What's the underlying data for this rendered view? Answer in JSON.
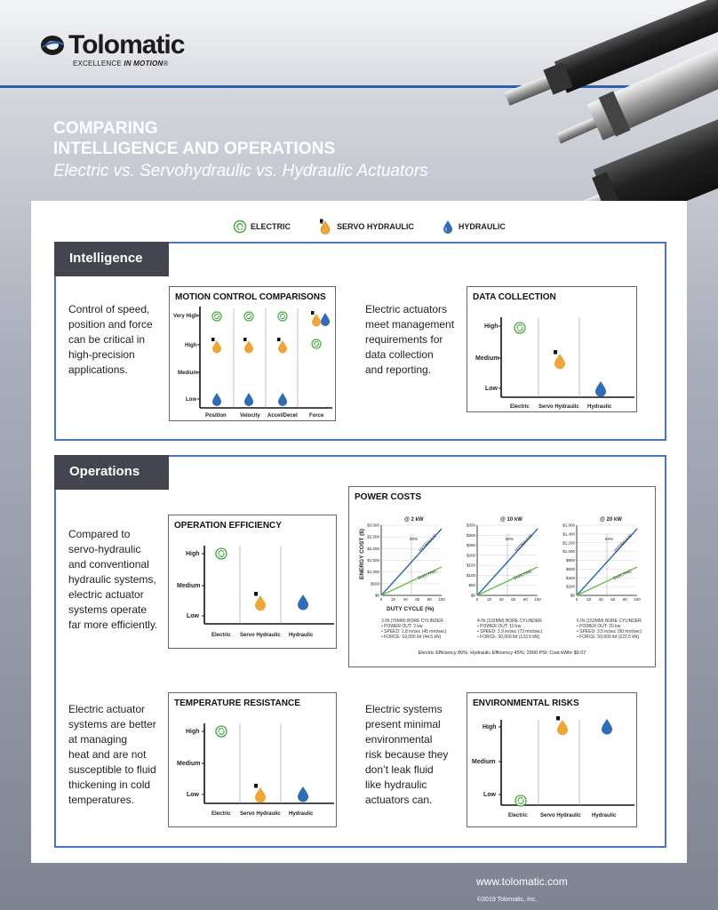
{
  "brand": {
    "name": "Tolomatic",
    "tagline_plain": "EXCELLENCE",
    "tagline_emph": "IN MOTION",
    "tagline_mark": "®",
    "color_blue": "#2f5fa8",
    "color_orange": "#f0a637",
    "color_green": "#46a83e",
    "color_dark": "#43464e"
  },
  "hero": {
    "line1": "COMPARING",
    "line2": "INTELLIGENCE AND OPERATIONS",
    "line3": "Electric vs. Servohydraulic vs. Hydraulic Actuators"
  },
  "legend": {
    "electric": "ELECTRIC",
    "servo": "SERVO HYDRAULIC",
    "hydraulic": "HYDRAULIC"
  },
  "intelligence": {
    "tab": "Intelligence",
    "text1": [
      "Control of speed,",
      "position and force",
      "can be critical in",
      "high-precision",
      "applications."
    ],
    "text2": [
      "Electric actuators",
      "meet management",
      "requirements for",
      "data collection",
      "and reporting."
    ],
    "motion": {
      "title": "MOTION CONTROL COMPARISONS",
      "levels": [
        "Very High",
        "High",
        "Medium",
        "Low"
      ],
      "columns": [
        "Position",
        "Velocity",
        "Accel/Decel",
        "Force"
      ]
    },
    "data_collection": {
      "title": "DATA COLLECTION",
      "levels": [
        "High",
        "Medium",
        "Low"
      ],
      "columns": [
        "Electric",
        "Servo Hydraulic",
        "Hydraulic"
      ]
    }
  },
  "operations": {
    "tab": "Operations",
    "text_eff": [
      "Compared to",
      "servo-hydraulic",
      "and conventional",
      "hydraulic systems,",
      "electric actuator",
      "systems operate",
      "far more efficiently."
    ],
    "text_temp": [
      "Electric actuator",
      "systems are better",
      "at managing",
      "heat and are not",
      "susceptible to fluid",
      "thickening in cold",
      "temperatures."
    ],
    "text_env": [
      "Electric systems",
      "present minimal",
      "environmental",
      "risk because they",
      "don’t leak fluid",
      "like hydraulic",
      "actuators can."
    ],
    "efficiency": {
      "title": "OPERATION EFFICIENCY",
      "levels": [
        "High",
        "Medium",
        "Low"
      ],
      "columns": [
        "Electric",
        "Servo Hydraulic",
        "Hydraulic"
      ]
    },
    "temperature": {
      "title": "TEMPERATURE RESISTANCE",
      "levels": [
        "High",
        "Medium",
        "Low"
      ],
      "columns": [
        "Electric",
        "Servo Hydraulic",
        "Hydraulic"
      ]
    },
    "environment": {
      "title": "ENVIRONMENTAL RISKS",
      "levels": [
        "High",
        "Medium",
        "Low"
      ],
      "columns": [
        "Electric",
        "Servo Hydraulic",
        "Hydraulic"
      ]
    },
    "power": {
      "title": "POWER COSTS",
      "ylabel": "ENERGY COST ($)",
      "xlabel": "DUTY CYCLE (%)",
      "xticks": [
        "0",
        "20",
        "40",
        "60",
        "80",
        "100"
      ],
      "marker": "50%",
      "hyd_label": "HYDRAULIC",
      "elec_label": "ELECTRIC",
      "footnote": "Electric Efficiency 80%; Hydraulic Efficiency 45%; 2000 PSI; Cost kWhr $0.07",
      "charts": [
        {
          "title": "@ 2 kW",
          "yticks": [
            "$3,000",
            "$2,500",
            "$2,000",
            "$1,500",
            "$1,000",
            "$500",
            "$0"
          ],
          "spec": [
            "3 IN (76MM) BORE CYLINDER",
            "• POWER OUT: 2 kw",
            "• SPEED: 1.8 in/sec (45 mm/sec)",
            "• FORCE: 10,000 lbf (44.5 kN)"
          ]
        },
        {
          "title": "@ 10 kW",
          "yticks": [
            "$350",
            "$300",
            "$250",
            "$200",
            "$150",
            "$100",
            "$50",
            "$0"
          ],
          "spec": [
            "4 IN (102MM) BORE CYLINDER",
            "• POWER OUT: 10 kw",
            "• SPEED: 2.9 in/sec (73 mm/sec)",
            "• FORCE: 30,000 lbf (133.5 kN)"
          ]
        },
        {
          "title": "@ 20 kW",
          "yticks": [
            "$1,600",
            "$1,400",
            "$1,200",
            "$1,000",
            "$800",
            "$600",
            "$400",
            "$200",
            "$0"
          ],
          "spec": [
            "6 IN (152MM) BORE CYLINDER",
            "• POWER OUT: 20 kw",
            "• SPEED: 3.5 in/sec (90 mm/sec)",
            "• FORCE: 50,000 lbf (222.5 kN)"
          ]
        }
      ]
    }
  },
  "footer": {
    "url": "www.tolomatic.com",
    "copyright": "©2019 Tolomatic, Inc."
  }
}
